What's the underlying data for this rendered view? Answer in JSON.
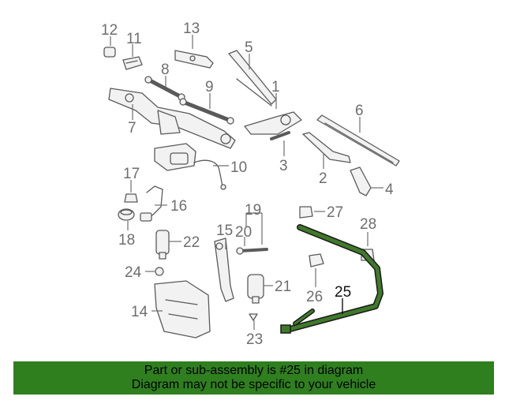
{
  "diagram": {
    "callouts": [
      {
        "id": "1",
        "text": "1"
      },
      {
        "id": "2",
        "text": "2"
      },
      {
        "id": "3",
        "text": "3"
      },
      {
        "id": "4",
        "text": "4"
      },
      {
        "id": "5",
        "text": "5"
      },
      {
        "id": "6",
        "text": "6"
      },
      {
        "id": "7",
        "text": "7"
      },
      {
        "id": "8",
        "text": "8"
      },
      {
        "id": "9",
        "text": "9"
      },
      {
        "id": "10",
        "text": "10"
      },
      {
        "id": "11",
        "text": "11"
      },
      {
        "id": "12",
        "text": "12"
      },
      {
        "id": "13",
        "text": "13"
      },
      {
        "id": "14",
        "text": "14"
      },
      {
        "id": "15",
        "text": "15"
      },
      {
        "id": "16",
        "text": "16"
      },
      {
        "id": "17",
        "text": "17"
      },
      {
        "id": "18",
        "text": "18"
      },
      {
        "id": "19",
        "text": "19"
      },
      {
        "id": "20",
        "text": "20"
      },
      {
        "id": "21",
        "text": "21"
      },
      {
        "id": "22",
        "text": "22"
      },
      {
        "id": "23",
        "text": "23"
      },
      {
        "id": "24",
        "text": "24"
      },
      {
        "id": "25",
        "text": "25"
      },
      {
        "id": "26",
        "text": "26"
      },
      {
        "id": "27",
        "text": "27"
      },
      {
        "id": "28",
        "text": "28"
      }
    ],
    "highlighted_part": "25",
    "highlight_color": "#3f7a2a"
  },
  "banner": {
    "line1": "Part or sub-assembly is #25 in diagram",
    "line2": "Diagram may not be specific to your vehicle",
    "background": "#2f7f1f"
  }
}
